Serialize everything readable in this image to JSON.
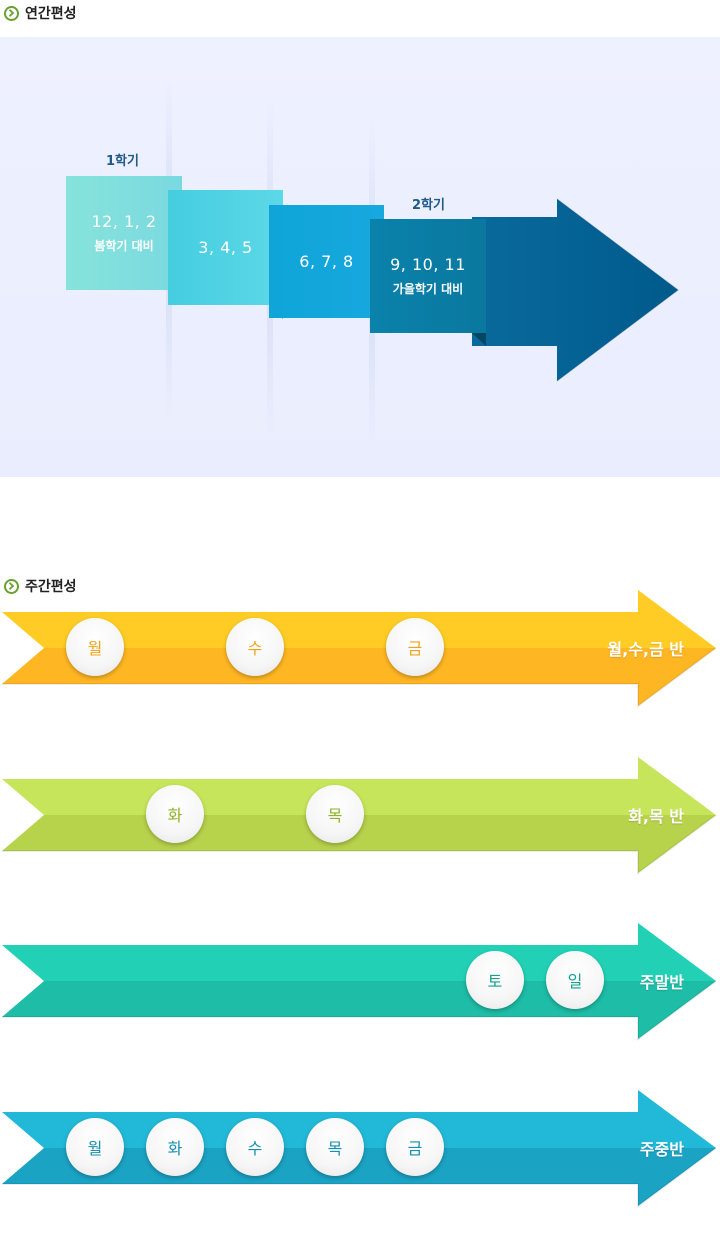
{
  "annual": {
    "title": "연간편성",
    "semester1_label": "1학기",
    "semester2_label": "2학기",
    "steps": [
      {
        "months": "12, 1, 2",
        "note": "봄학기 대비"
      },
      {
        "months": "3, 4, 5",
        "note": ""
      },
      {
        "months": "6, 7, 8",
        "note": ""
      },
      {
        "months": "9, 10, 11",
        "note": "가을학기 대비"
      }
    ]
  },
  "weekly": {
    "title": "주간편성",
    "bands": [
      {
        "label": "월,수,금 반",
        "color_top": "#ffcc26",
        "color_bottom": "#ffb623",
        "text_color": "#f0a41c",
        "days": [
          "월",
          "수",
          "금"
        ]
      },
      {
        "label": "화,목 반",
        "color_top": "#c6e55a",
        "color_bottom": "#b7d24b",
        "text_color": "#8fb22a",
        "days": [
          "화",
          "목"
        ]
      },
      {
        "label": "주말반",
        "color_top": "#22d1b5",
        "color_bottom": "#1dbda7",
        "text_color": "#159f8c",
        "days": [
          "토",
          "일"
        ]
      },
      {
        "label": "주중반",
        "color_top": "#22b8d8",
        "color_bottom": "#1ba3c4",
        "text_color": "#1590ae",
        "days": [
          "월",
          "화",
          "수",
          "목",
          "금"
        ]
      }
    ]
  }
}
